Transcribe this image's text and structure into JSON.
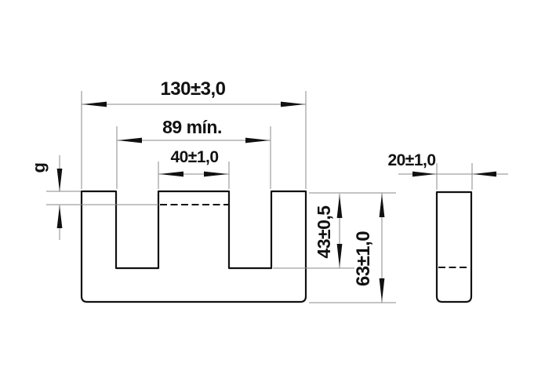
{
  "canvas": {
    "background": "#ffffff"
  },
  "colors": {
    "outline": "#111111",
    "thin_line": "#8a8a8a",
    "arrowhead": "#111111",
    "text": "#111111"
  },
  "dims": {
    "overall_width": "130±3,0",
    "window_width": "89 mín.",
    "center_leg_width": "40±1,0",
    "thickness": "20±1,0",
    "leg_depth": "43±0,5",
    "overall_height": "63±1,0",
    "air_gap": "g"
  }
}
